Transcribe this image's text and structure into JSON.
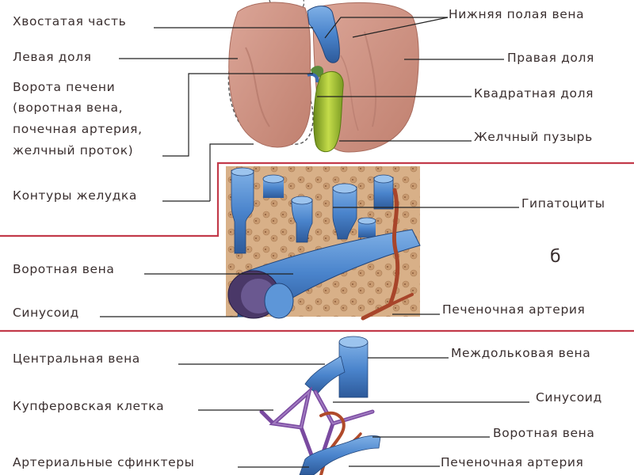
{
  "panel_a": {
    "labels": {
      "caudate": "Хвостатая часть",
      "left_lobe": "Левая доля",
      "porta_1": "Ворота печени",
      "porta_2": "(воротная вена,",
      "porta_3": "почечная артерия,",
      "porta_4": "желчный проток)",
      "stomach": "Контуры желудка",
      "ivc": "Нижняя полая вена",
      "right_lobe": "Правая доля",
      "quadrate": "Квадратная доля",
      "gallbladder": "Желчный пузырь"
    }
  },
  "panel_b": {
    "letter": "б",
    "labels": {
      "hepatocytes": "Гипатоциты",
      "portal_vein": "Воротная вена",
      "sinusoid": "Синусоид",
      "hepatic_artery": "Печеночная артерия"
    }
  },
  "panel_c": {
    "labels": {
      "central_vein": "Центральная вена",
      "kupffer": "Купферовская клетка",
      "sphincters": "Артериальные сфинктеры",
      "interlobular": "Междольковая вена",
      "sinusoid": "Синусоид",
      "portal_vein": "Воротная вена",
      "hepatic_artery": "Печеночная артерия"
    }
  },
  "colors": {
    "liver": "#d49a8a",
    "liver_dark": "#b87a6c",
    "vein_blue": "#4a84cc",
    "vein_dark": "#2d5a9a",
    "gallbladder": "#a8c63a",
    "artery": "#b04a2a",
    "divider": "#c23a4a",
    "kupffer_purple": "#7a4aa0",
    "tissue": "#d9b48a",
    "text": "#3a2f2f"
  }
}
